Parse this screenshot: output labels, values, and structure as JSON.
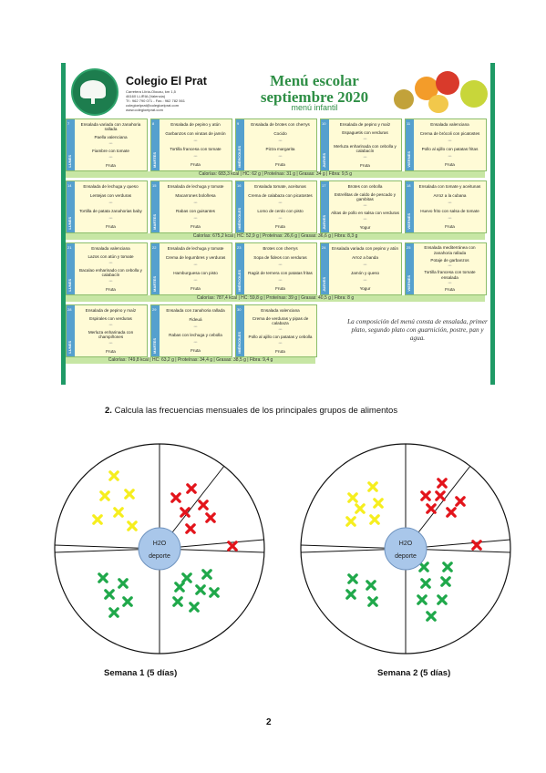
{
  "header": {
    "school_name": "Colegio El Prat",
    "address_lines": [
      "Carretera Llíria-Olocau, km 1,5",
      "46160 LLIRIA (Valencia)",
      "Tf.: 962 790 071 - Fax.: 962 782 561",
      "colegioelprat@colegioelprat.com",
      "www.colegioelprat.com"
    ],
    "title_line1": "Menú escolar",
    "title_line2": "septiembre 2020",
    "subtitle": "menú infantil"
  },
  "weeks": [
    {
      "days": [
        {
          "day": "LUNES",
          "num": "7",
          "items": [
            "Ensalada variada con zanahoria rallada",
            "Paella valenciana",
            "Fiambre con tomate",
            "Fruta"
          ]
        },
        {
          "day": "MARTES",
          "num": "8",
          "items": [
            "Ensalada de pepino y atún",
            "Garbanzos con virutas de jamón",
            "Tortilla francesa con tomate",
            "Fruta"
          ]
        },
        {
          "day": "MIÉRCOLES",
          "num": "9",
          "items": [
            "Ensalada de brotes con cherrys",
            "Cocido",
            "Pizza margarita",
            "Fruta"
          ]
        },
        {
          "day": "JUEVES",
          "num": "10",
          "items": [
            "Ensalada de pepino y maíz",
            "Espaguetis con verduras",
            "Merluza enharinada con cebolla y calabacín",
            "Fruta"
          ]
        },
        {
          "day": "VIERNES",
          "num": "11",
          "items": [
            "Ensalada valenciana",
            "Crema de brócoli con picatostes",
            "Pollo al ajillo con patatas fritas",
            "Fruta"
          ]
        }
      ],
      "summary": "Calorías: 683,3 kcal  |  HC: 62 g  |  Proteínas: 31 g  |  Grasas: 34 g  |  Fibra: 9,5 g"
    },
    {
      "days": [
        {
          "day": "LUNES",
          "num": "14",
          "items": [
            "Ensalada de lechuga y queso",
            "Lentejas con verduras",
            "Tortilla de patata zanahorias baby",
            "Fruta"
          ]
        },
        {
          "day": "MARTES",
          "num": "15",
          "items": [
            "Ensalada de lechuga y tomate",
            "Macarrones boloñesa",
            "Rabas con guisantes",
            "Fruta"
          ]
        },
        {
          "day": "MIÉRCOLES",
          "num": "16",
          "items": [
            "Ensalada tomate, aceitunas",
            "Crema de calabaza con picatostes",
            "Lomo de cerdo con pisto",
            "Fruta"
          ]
        },
        {
          "day": "JUEVES",
          "num": "17",
          "items": [
            "Brotes con cebolla",
            "Estrellitas de caldo de pescado y gambitas",
            "Alitas de pollo en salsa con verduras",
            "Yogur"
          ]
        },
        {
          "day": "VIERNES",
          "num": "18",
          "items": [
            "Ensalada con tomate y aceitunas",
            "Arroz a la cubana",
            "Huevo frito con salsa de tomate",
            "Fruta"
          ]
        }
      ],
      "summary": "Calorías: 675,2 kcal  |  HC: 52,9 g  |  Proteínas: 26,6 g  |  Grasas: 36,6 g  |  Fibra: 8,3 g"
    },
    {
      "days": [
        {
          "day": "LUNES",
          "num": "21",
          "items": [
            "Ensalada valenciana",
            "Lazos con atún y tomate",
            "Bacalao enharinado con cebolla y calabacín",
            "Fruta"
          ]
        },
        {
          "day": "MARTES",
          "num": "22",
          "items": [
            "Ensalada de lechuga y tomate",
            "Crema de legumbres y verduras",
            "Hamburguesa con pisto",
            "Fruta"
          ]
        },
        {
          "day": "MIÉRCOLES",
          "num": "23",
          "items": [
            "Brotes con cherrys",
            "Sopa de fideos con verduras",
            "Ragút de ternera con patatas fritas",
            "Fruta"
          ]
        },
        {
          "day": "JUEVES",
          "num": "24",
          "items": [
            "Ensalada variada con pepino y atún",
            "Arroz a banda",
            "Jamón y queso",
            "Yogur"
          ]
        },
        {
          "day": "VIERNES",
          "num": "25",
          "items": [
            "Ensalada mediterránea con zanahoria rallada",
            "Potaje de garbanzos",
            "Tortilla francesa con tomate ensalada",
            "Fruta"
          ]
        }
      ],
      "summary": "Calorías: 787,4 kcal  |  HC: 59,8 g  |  Proteínas: 39 g  |  Grasas: 40,5 g  |  Fibra: 8 g"
    },
    {
      "days": [
        {
          "day": "LUNES",
          "num": "28",
          "items": [
            "Ensalada de pepino y maíz",
            "Espirales con verduras",
            "Merluza enharinada con champiñones",
            "Fruta"
          ]
        },
        {
          "day": "MARTES",
          "num": "29",
          "items": [
            "Ensalada con zanahoria rallada",
            "Fideuá",
            "Rabas con lechuga y cebolla",
            "Fruta"
          ]
        },
        {
          "day": "MIÉRCOLES",
          "num": "30",
          "items": [
            "Ensalada valenciana",
            "Crema de verduras y pipas de calabaza",
            "Pollo al ajillo con patatas y cebolla",
            "Fruta"
          ]
        }
      ],
      "summary": "Calorías: 749,8 kcal  |  HC: 63,2 g  |  Proteínas: 34,4 g  |  Grasas: 38,5 g  |  Fibra: 9,4 g"
    }
  ],
  "separator": "***",
  "note": "La composición del menú consta de ensalada, primer plato, segundo plato con guarnición, postre, pan y agua.",
  "question": {
    "number": "2.",
    "text": "Calcula las frecuencias mensuales de los principales grupos de alimentos"
  },
  "wheels": [
    {
      "caption": "Semana 1 (5 días)",
      "center_line1": "H2O",
      "center_line2": "deporte"
    },
    {
      "caption": "Semana 2 (5 días)",
      "center_line1": "H2O",
      "center_line2": "deporte"
    }
  ],
  "colors": {
    "accent_green": "#1f9a66",
    "title_green": "#2f8f46",
    "day_blue": "#55a0ce",
    "summary_green": "#c7e6a4",
    "cell_yellow": "#fffbd6",
    "center_blue": "#a9c7ea",
    "mark_yellow": "#f6ee1e",
    "mark_red": "#e3141b",
    "mark_green": "#1fa84a"
  },
  "page_number": "2"
}
